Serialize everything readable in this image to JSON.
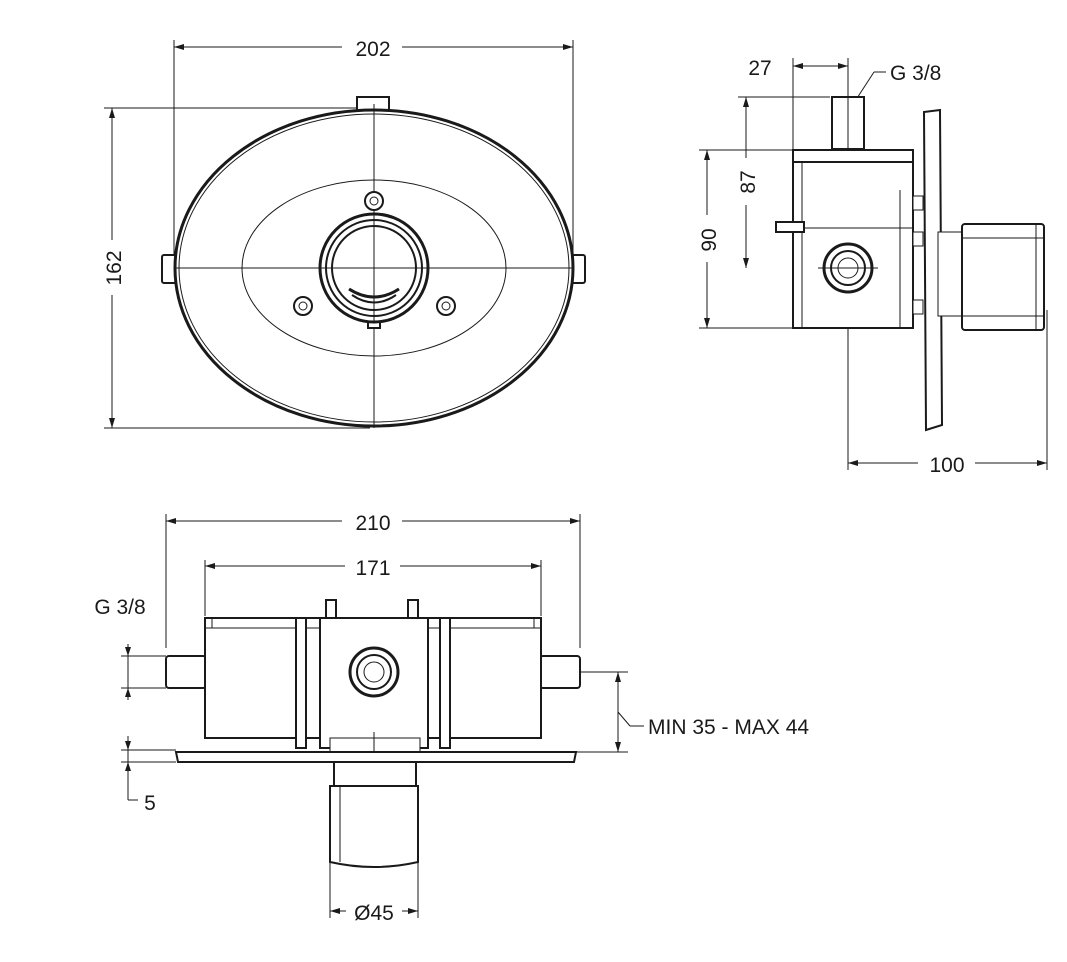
{
  "front_view": {
    "width_label": "202",
    "height_label": "162"
  },
  "side_view": {
    "top_offset_label": "27",
    "thread_label": "G 3/8",
    "inner_height_label": "87",
    "outer_height_label": "90",
    "depth_label": "100"
  },
  "top_view": {
    "overall_width_label": "210",
    "body_width_label": "171",
    "thread_label": "G 3/8",
    "wall_range_label": "MIN 35 - MAX 44",
    "plate_thickness_label": "5",
    "handle_diameter_label": "Ø45"
  },
  "colors": {
    "line": "#1a1a1a",
    "background": "#ffffff"
  }
}
